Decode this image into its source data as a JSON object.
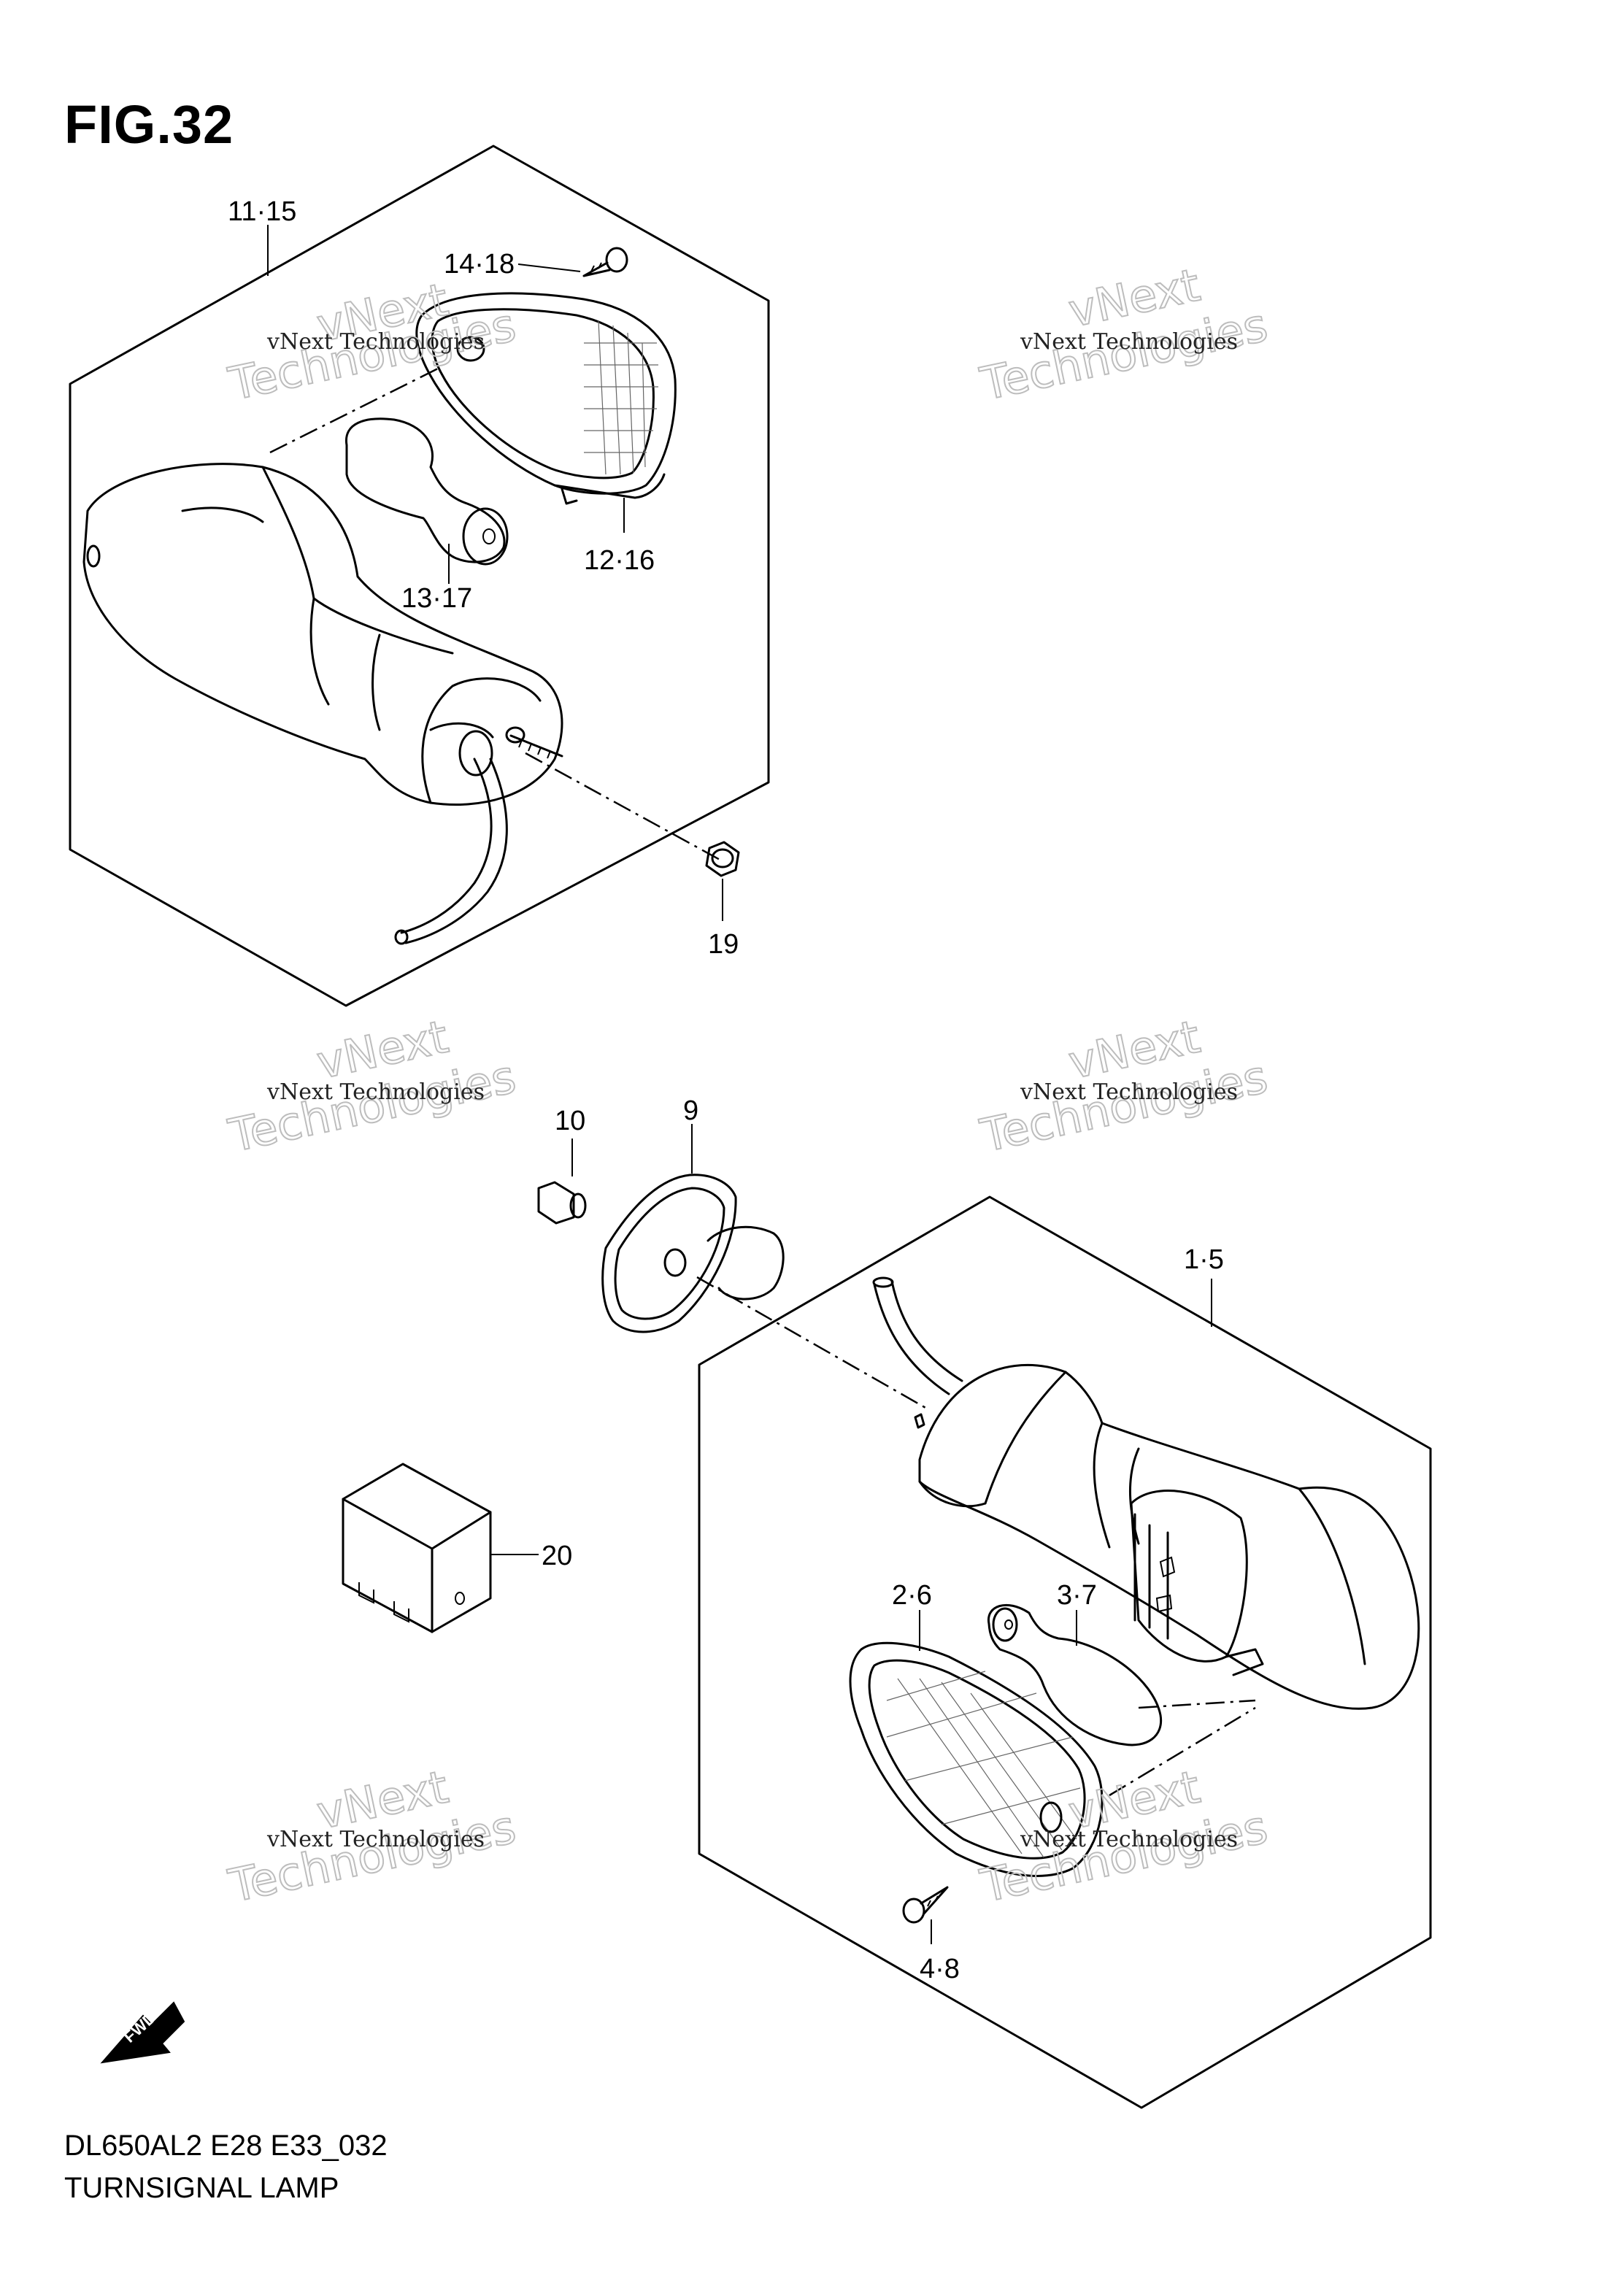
{
  "figure_title": "FIG.32",
  "callouts": {
    "upper_assembly": "11·15",
    "upper_screw": "14·18",
    "upper_lens": "12·16",
    "upper_bulb": "13·17",
    "nut_upper": "19",
    "nut_lower": "10",
    "cushion": "9",
    "lower_assembly": "1·5",
    "relay": "20",
    "lower_lens": "2·6",
    "lower_bulb": "3·7",
    "lower_screw": "4·8"
  },
  "watermark": {
    "line1": "vNext Technologies",
    "line2": "Technologies",
    "line3": "vNext"
  },
  "fwd_badge": "FWD",
  "model_code": "DL650AL2 E28 E33_032",
  "caption": "TURNSIGNAL LAMP"
}
